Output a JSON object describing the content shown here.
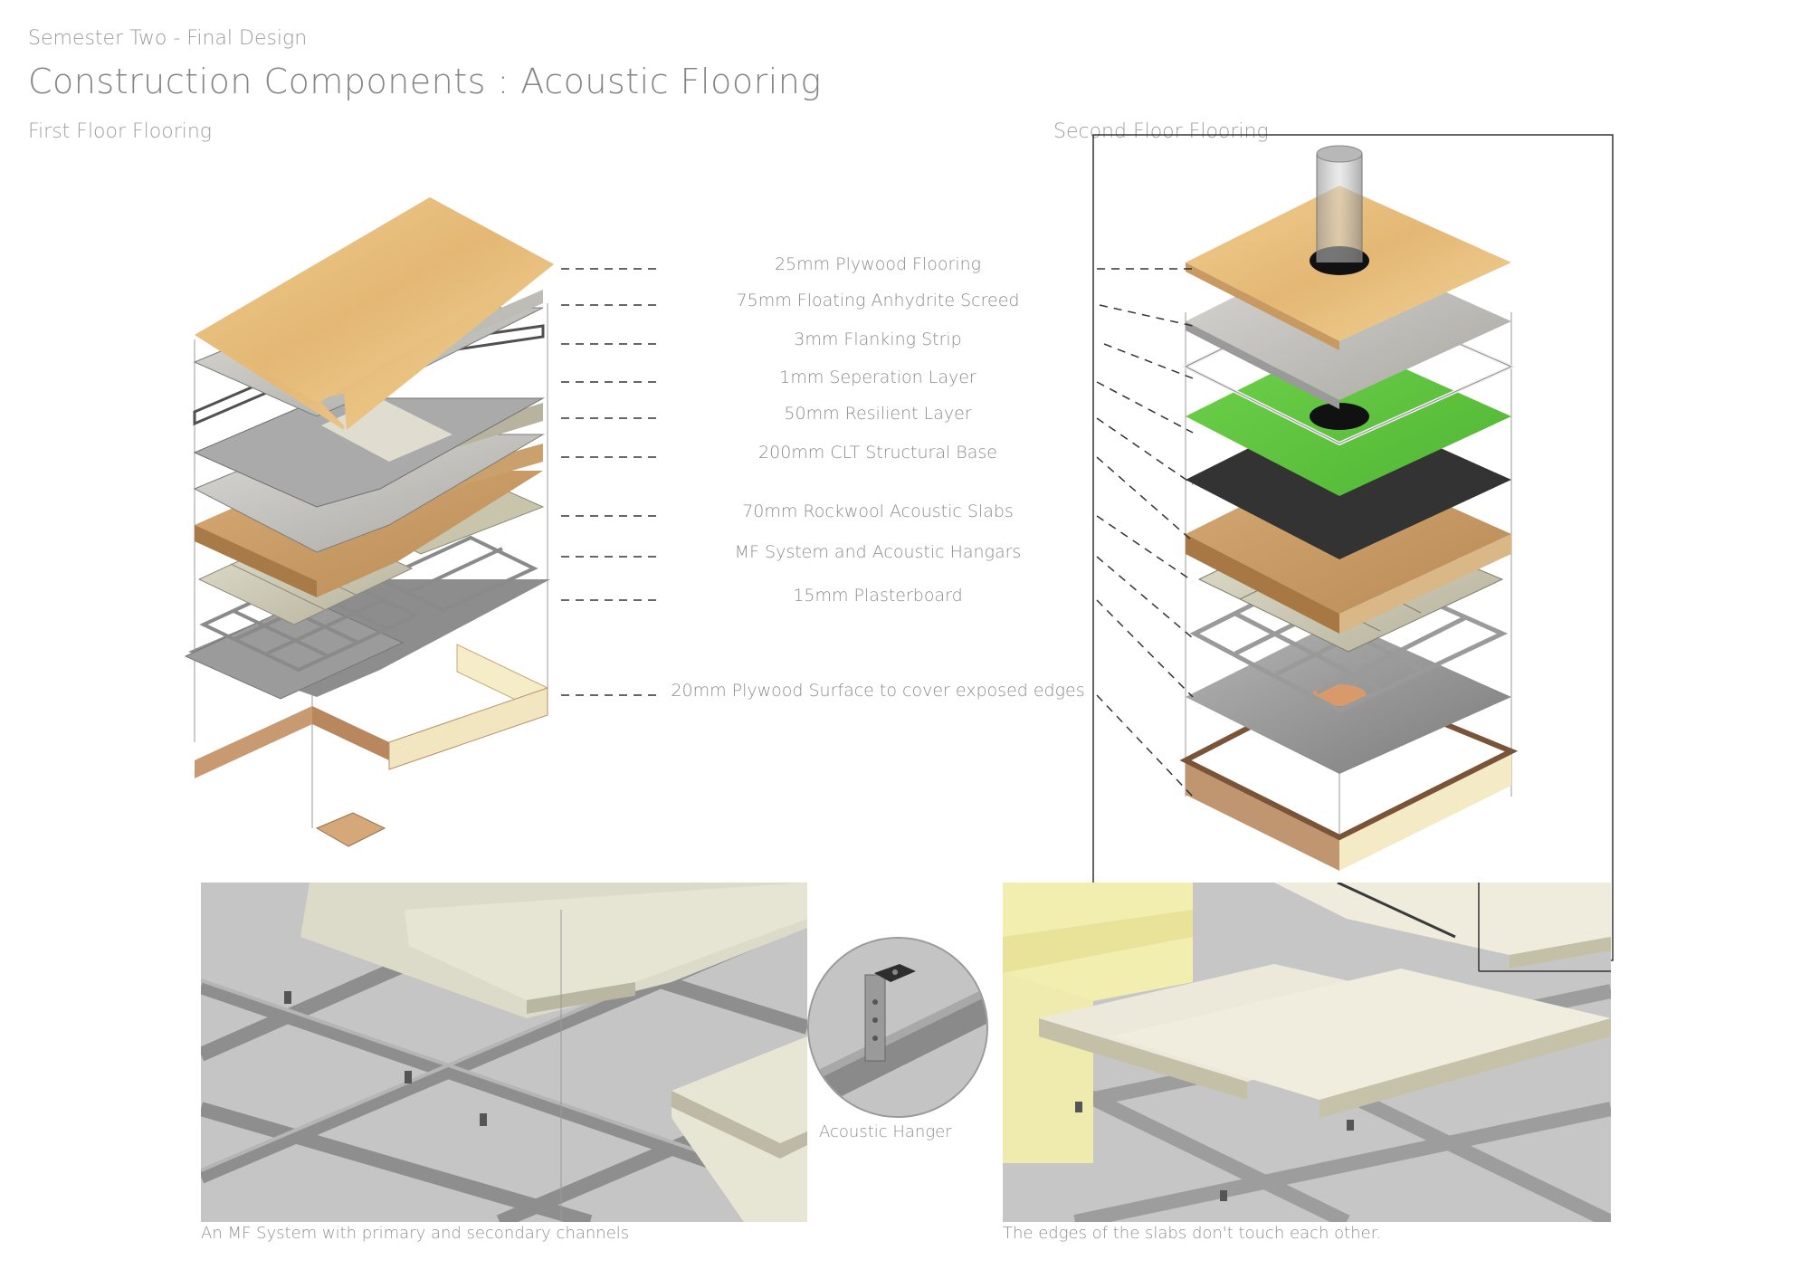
{
  "header": {
    "subtitle": "Semester Two - Final Design",
    "title": "Construction Components : Acoustic Flooring",
    "first_floor_heading": "First Floor Flooring",
    "second_floor_heading": "Second Floor Flooring"
  },
  "layers": [
    {
      "label": "25mm Plywood Flooring"
    },
    {
      "label": "75mm Floating Anhydrite Screed"
    },
    {
      "label": "3mm Flanking Strip"
    },
    {
      "label": "1mm Seperation Layer"
    },
    {
      "label": "50mm Resilient Layer"
    },
    {
      "label": "200mm CLT Structural Base"
    },
    {
      "label": "70mm Rockwool Acoustic Slabs"
    },
    {
      "label": "MF System and Acoustic Hangars"
    },
    {
      "label": "15mm Plasterboard"
    },
    {
      "label": "20mm Plywood Surface to cover exposed edges"
    }
  ],
  "details": {
    "left_caption": "An MF System with primary and secondary channels",
    "hanger_caption": "Acoustic Hanger",
    "right_caption": "The edges of the slabs don't touch each other."
  },
  "colors": {
    "plywood": "#e2b877",
    "screed": "#c9c7c2",
    "resilient": "#5cc23f",
    "separation": "#3a3a3a",
    "clt": "#c89a62",
    "rockwool": "#ddd8bf",
    "steel": "#9e9e9e",
    "plasterboard": "#8a8a8a"
  }
}
